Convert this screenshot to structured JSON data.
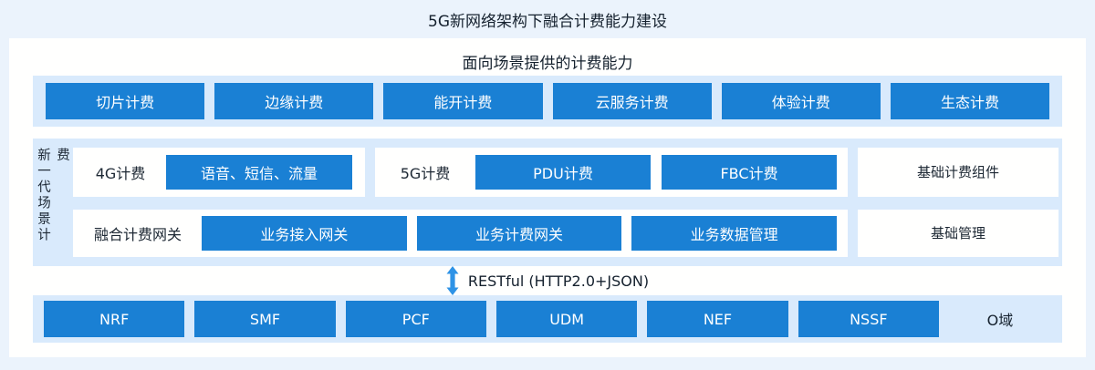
{
  "page": {
    "title": "5G新网络架构下融合计费能力建设"
  },
  "capabilities": {
    "heading": "面向场景提供的计费能力",
    "items": [
      "切片计费",
      "边缘计费",
      "能开计费",
      "云服务计费",
      "体验计费",
      "生态计费"
    ]
  },
  "scene_section": {
    "side_label": "新一代场景计费",
    "row_4g": {
      "label": "4G计费",
      "buttons": [
        "语音、短信、流量"
      ]
    },
    "row_5g": {
      "label": "5G计费",
      "buttons": [
        "PDU计费",
        "FBC计费"
      ]
    },
    "base_component": "基础计费组件",
    "gateway_row": {
      "label": "融合计费网关",
      "buttons": [
        "业务接入网关",
        "业务计费网关",
        "业务数据管理"
      ]
    },
    "base_management": "基础管理"
  },
  "interface": {
    "label": "RESTful (HTTP2.0+JSON)",
    "icon": "vertical-double-arrow-icon"
  },
  "network_functions": {
    "items": [
      "NRF",
      "SMF",
      "PCF",
      "UDM",
      "NEF",
      "NSSF"
    ],
    "domain_label": "O域"
  },
  "colors": {
    "page_bg": "#ebf3fc",
    "card_bg": "#fffffe",
    "panel_blue": "#d9eafc",
    "accent_blue": "#1a80d4",
    "arrow_blue": "#2e93e6",
    "text_dark": "#15212e"
  }
}
